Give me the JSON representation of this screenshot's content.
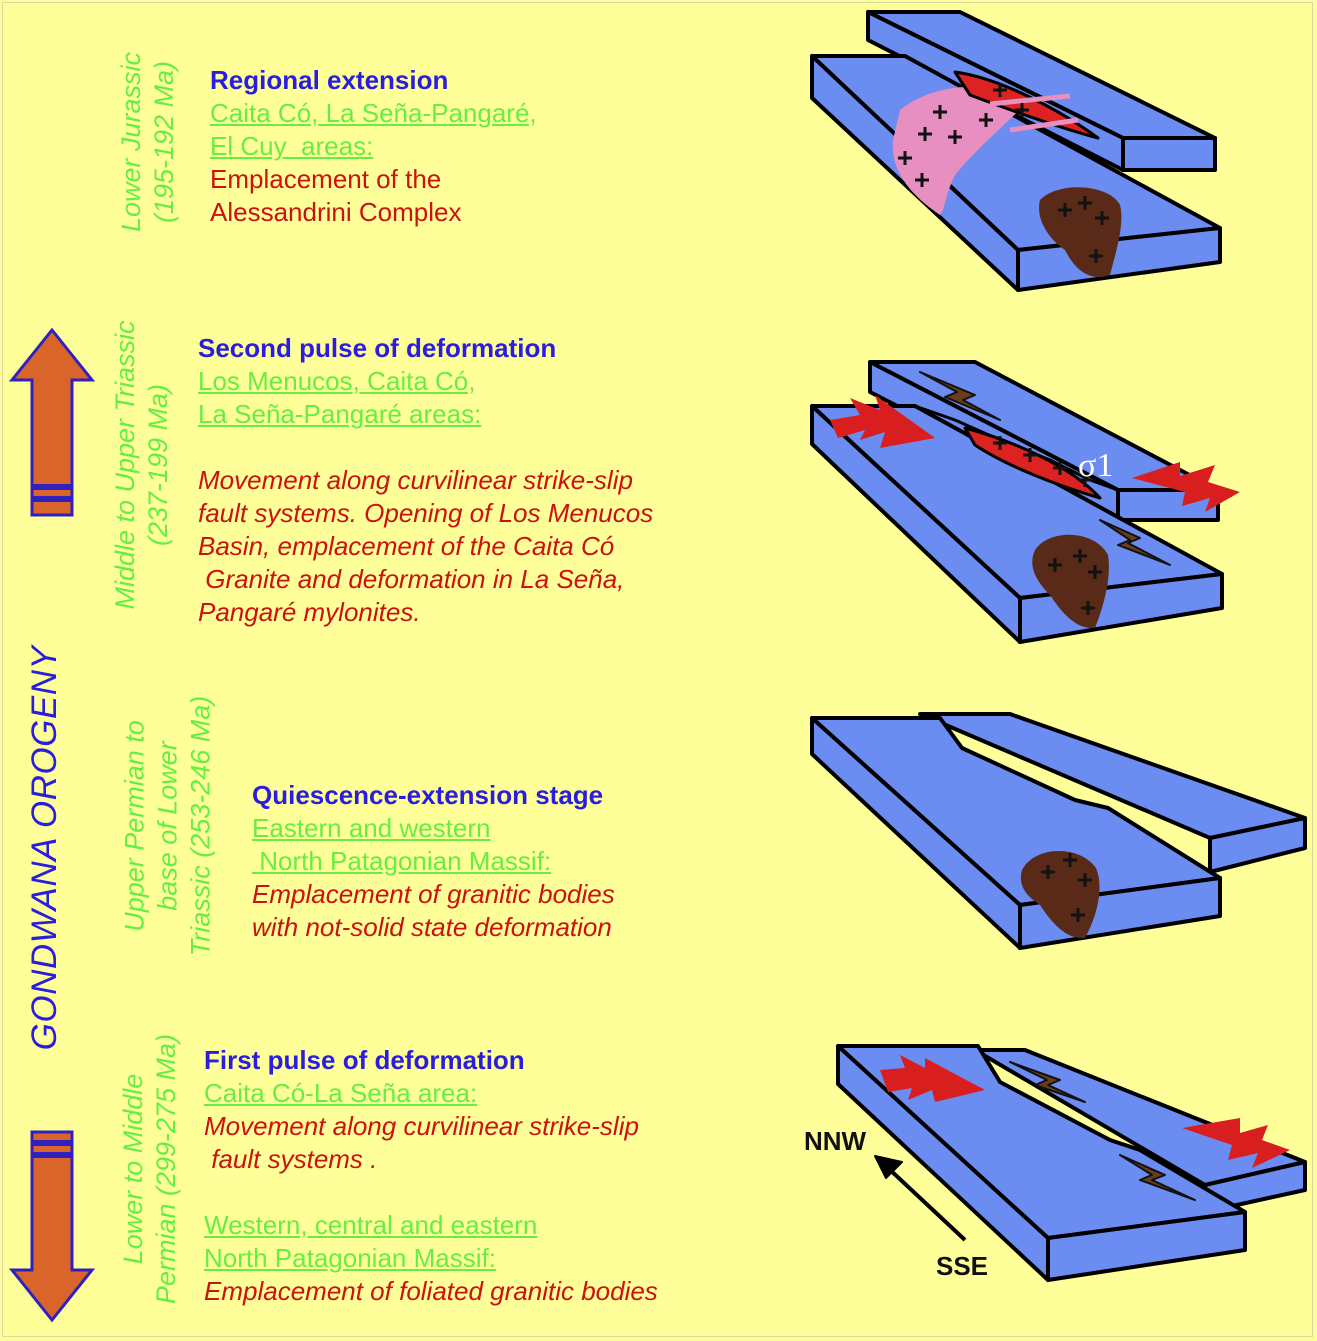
{
  "orogeny": "GONDWANA OROGENY",
  "stages": [
    {
      "period_lines": [
        "Lower Jurassic",
        "(195-192 Ma)"
      ],
      "heading": "Regional extension",
      "areas_lines": [
        "Caita Có, La Seña-Pangaré,",
        "El Cuy  areas:"
      ],
      "desc_lines": [
        "Emplacement of the",
        "Alessandrini Complex"
      ]
    },
    {
      "period_lines": [
        "Middle to Upper  Triassic",
        "(237-199 Ma)"
      ],
      "heading": "Second pulse of  deformation",
      "areas_lines": [
        "Los Menucos, Caita Có,",
        "La Seña-Pangaré areas:"
      ],
      "desc_lines": [
        "Movement along curvilinear strike-slip",
        "fault systems. Opening of Los Menucos",
        "Basin, emplacement of the Caita Có",
        " Granite and deformation in La Seña,",
        "Pangaré mylonites."
      ]
    },
    {
      "period_lines": [
        "Upper Permian to",
        "base of  Lower",
        "Triassic (253-246 Ma)"
      ],
      "heading": "Quiescence-extension stage",
      "areas_lines": [
        "Eastern and western",
        " North Patagonian Massif:"
      ],
      "desc_lines": [
        "Emplacement of granitic bodies",
        "with not-solid state deformation"
      ]
    },
    {
      "period_lines": [
        "Lower to Middle",
        "Permian (299-275 Ma)"
      ],
      "heading": "First pulse of  deformation",
      "areas_lines": [
        "Caita Có-La Seña area:"
      ],
      "desc_lines": [
        "Movement along curvilinear strike-slip",
        " fault systems ."
      ],
      "areas2_lines": [
        "Western, central and eastern",
        "North Patagonian Massif:"
      ],
      "desc2_lines": [
        "Emplacement of foliated granitic bodies"
      ]
    }
  ],
  "diagram_labels": {
    "sigma": "σ1",
    "nnw": "NNW",
    "sse": "SSE"
  },
  "colors": {
    "background": "#ffff99",
    "slab": "#6b8cf0",
    "granite": "#5a2a18",
    "shear_zone": "#dd2222",
    "pink_intrusion": "#e68fc0",
    "stress_arrow": "#d81e1e",
    "orogeny_arrow_fill": "#d9652a",
    "orogeny_arrow_stroke": "#3020c0"
  }
}
